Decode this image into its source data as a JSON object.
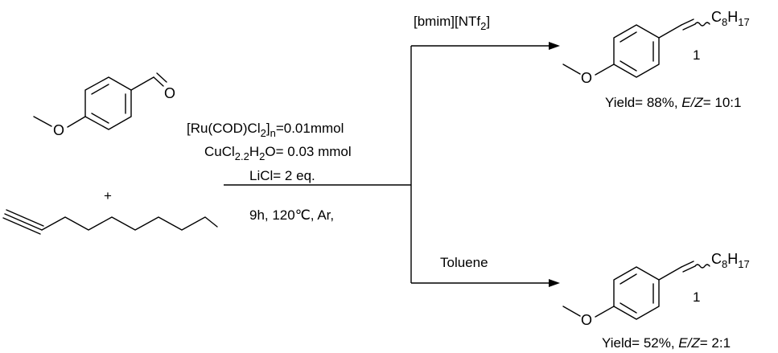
{
  "reactants": {
    "aldehyde_oxygen": "O",
    "ether_oxygen": "O",
    "plus": "+"
  },
  "conditions": {
    "catalyst_pre": "[Ru(COD)Cl",
    "catalyst_sub1": "2",
    "catalyst_mid": "]",
    "catalyst_sub2": "n",
    "catalyst_post": "=0.01mmol",
    "cocat_pre": "CuCl",
    "cocat_sub": "2.2",
    "cocat_mid": "H",
    "cocat_sub2": "2",
    "cocat_post": "O= 0.03 mmol",
    "additive": "LiCl= 2 eq.",
    "time_temp": "9h, 120℃, Ar,"
  },
  "branches": [
    {
      "solvent_pre": "[bmim][NTf",
      "solvent_sub": "2",
      "solvent_post": "]",
      "product": {
        "ether_oxygen": "O",
        "chain_main": "C",
        "chain_sub1": "8",
        "chain_h": "H",
        "chain_sub2": "17",
        "compound_number": "1"
      },
      "yield_pre": "Yield= 88%, ",
      "yield_ez": "E/Z",
      "yield_post": "= 10:1"
    },
    {
      "solvent_pre": "Toluene",
      "solvent_sub": "",
      "solvent_post": "",
      "product": {
        "ether_oxygen": "O",
        "chain_main": "C",
        "chain_sub1": "8",
        "chain_h": "H",
        "chain_sub2": "17",
        "compound_number": "1"
      },
      "yield_pre": "Yield= 52%, ",
      "yield_ez": "E/Z",
      "yield_post": "= 2:1"
    }
  ]
}
